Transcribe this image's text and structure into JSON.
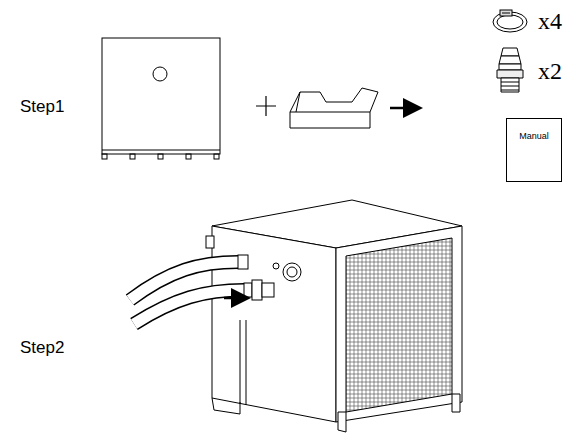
{
  "diagram": {
    "nodes": [
      {
        "text": [
          "Manual"
        ]
      }
    ],
    "labels": [
      "Step1",
      "x4",
      "x2",
      "Step2"
    ]
  }
}
